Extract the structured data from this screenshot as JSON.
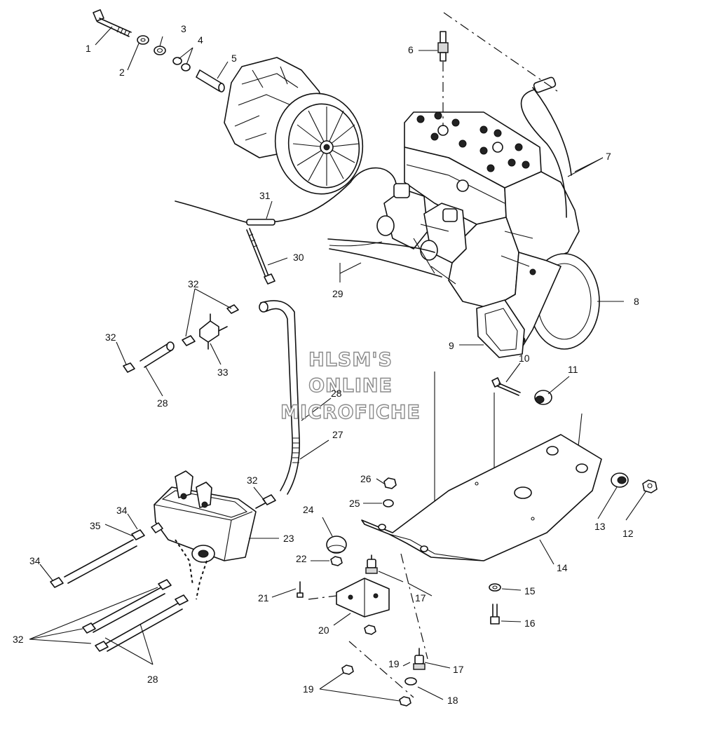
{
  "watermark": {
    "line1": "HLSM'S",
    "line2": "ONLINE",
    "line3": "MICROFICHE"
  },
  "callouts": [
    "1",
    "2",
    "3",
    "4",
    "5",
    "6",
    "7",
    "8",
    "9",
    "10",
    "11",
    "12",
    "13",
    "14",
    "15",
    "16",
    "17",
    "17",
    "18",
    "19",
    "19",
    "20",
    "21",
    "22",
    "23",
    "24",
    "25",
    "26",
    "27",
    "28",
    "28",
    "28",
    "29",
    "30",
    "31",
    "32",
    "32",
    "32",
    "32",
    "33",
    "34",
    "34",
    "35"
  ]
}
